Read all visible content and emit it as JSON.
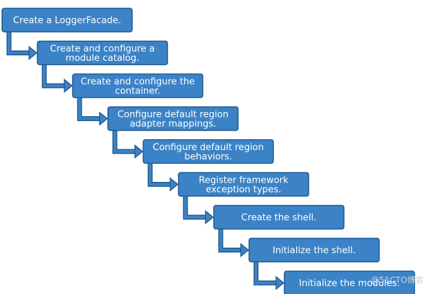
{
  "diagram": {
    "type": "flow",
    "steps": [
      {
        "lines": [
          "Create a LoggerFacade."
        ]
      },
      {
        "lines": [
          "Create and configure a",
          "module catalog."
        ]
      },
      {
        "lines": [
          "Create and configure the",
          "container."
        ]
      },
      {
        "lines": [
          "Configure default region",
          "adapter mappings."
        ]
      },
      {
        "lines": [
          "Configure default region",
          "behaviors."
        ]
      },
      {
        "lines": [
          "Register framework",
          "exception types."
        ]
      },
      {
        "lines": [
          "Create the shell."
        ]
      },
      {
        "lines": [
          "Initialize the shell."
        ]
      },
      {
        "lines": [
          "Initialize the modules."
        ]
      }
    ],
    "colors": {
      "box_fill": "#3b83c6",
      "box_border": "#20588f",
      "text": "#ffffff",
      "watermark": "#cfd5dc"
    }
  },
  "watermark": {
    "text": "@51CTO博客"
  }
}
